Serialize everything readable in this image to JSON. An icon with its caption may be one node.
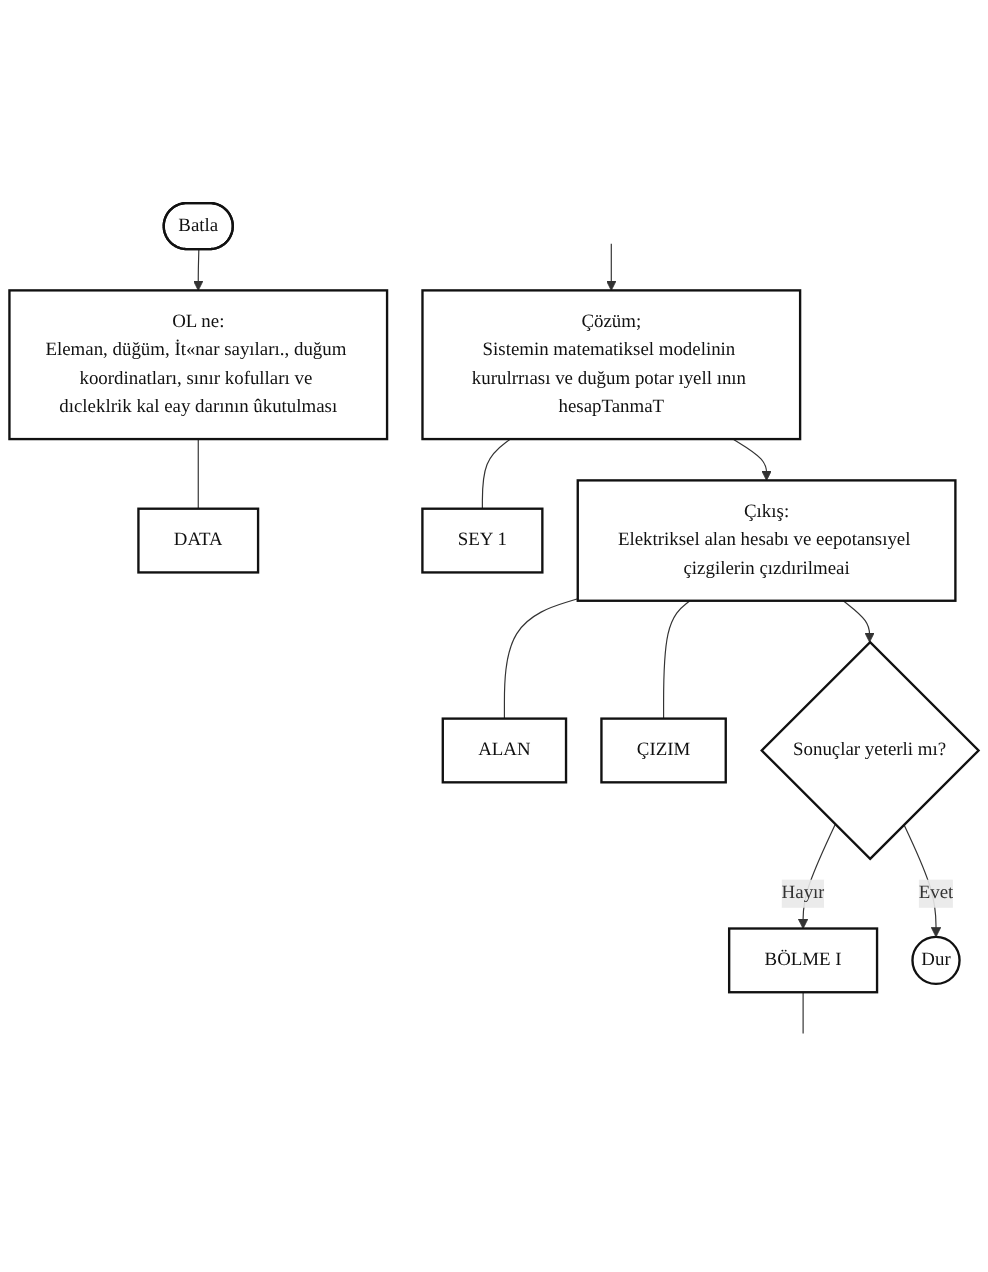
{
  "diagram": {
    "nodes": [
      {
        "text": [
          "Batla"
        ]
      },
      {
        "text": [
          "OL ne:",
          "Eleman, düğüm, İt«nar sayıları., duğum koordinatları, sınır kofulları ve dıcleklrik kal eay darının ûkutulması"
        ]
      },
      {
        "text": [
          "DATA"
        ]
      },
      {
        "text": [
          "Çözüm;",
          "Sistemin matematiksel modelinin kurulrrıası ve duğum potar ıyell ının hesapTanmaT"
        ]
      },
      {
        "text": [
          "SEY 1"
        ]
      },
      {
        "text": [
          "Çıkış:",
          "Elektriksel alan hesabı ve eepotansıyel çizgilerin çızdırilmeai"
        ]
      },
      {
        "text": [
          "ALAN"
        ]
      },
      {
        "text": [
          "ÇIZIM"
        ]
      },
      {
        "text": [
          "Sonuçlar yeterli mı?"
        ]
      },
      {
        "text": [
          "BÖLME I"
        ]
      },
      {
        "text": [
          "Dur"
        ]
      }
    ],
    "edges": [
      {
        "from": 0,
        "to": 1,
        "arrow": "to"
      },
      {
        "from": 1,
        "to": 2,
        "arrow": "none"
      },
      {
        "from": null,
        "to": 3,
        "arrow": "to"
      },
      {
        "from": 3,
        "to": 4,
        "arrow": "none"
      },
      {
        "from": 3,
        "to": 5,
        "arrow": "to"
      },
      {
        "from": 5,
        "to": 6,
        "arrow": "none"
      },
      {
        "from": 5,
        "to": 7,
        "arrow": "none"
      },
      {
        "from": 5,
        "to": 8,
        "arrow": "to"
      },
      {
        "from": 8,
        "to": 9,
        "arrow": "to",
        "label": "Hayır"
      },
      {
        "from": 8,
        "to": 10,
        "arrow": "to",
        "label": "Evet"
      },
      {
        "from": 9,
        "to": null,
        "arrow": "none"
      }
    ]
  }
}
